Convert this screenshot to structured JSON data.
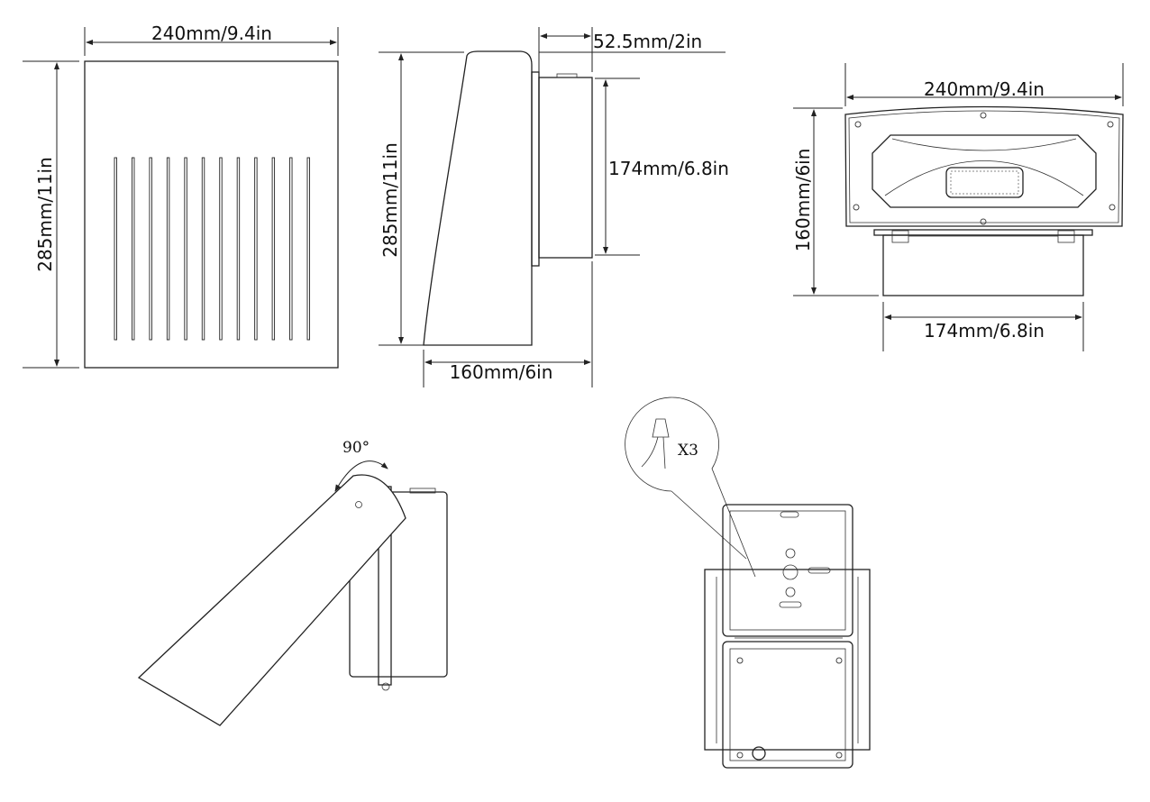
{
  "front_view": {
    "width_label": "240mm/9.4in",
    "height_label": "285mm/11in",
    "slot_count": 12
  },
  "side_view": {
    "height_label": "285mm/11in",
    "depth_label": "52.5mm/2in",
    "box_height_label": "174mm/6.8in",
    "base_label": "160mm/6in"
  },
  "bottom_view": {
    "width_label": "240mm/9.4in",
    "height_label": "160mm/6in",
    "box_width_label": "174mm/6.8in"
  },
  "tilt_view": {
    "angle_label": "90°"
  },
  "wiring_view": {
    "connector_label": "X3"
  }
}
